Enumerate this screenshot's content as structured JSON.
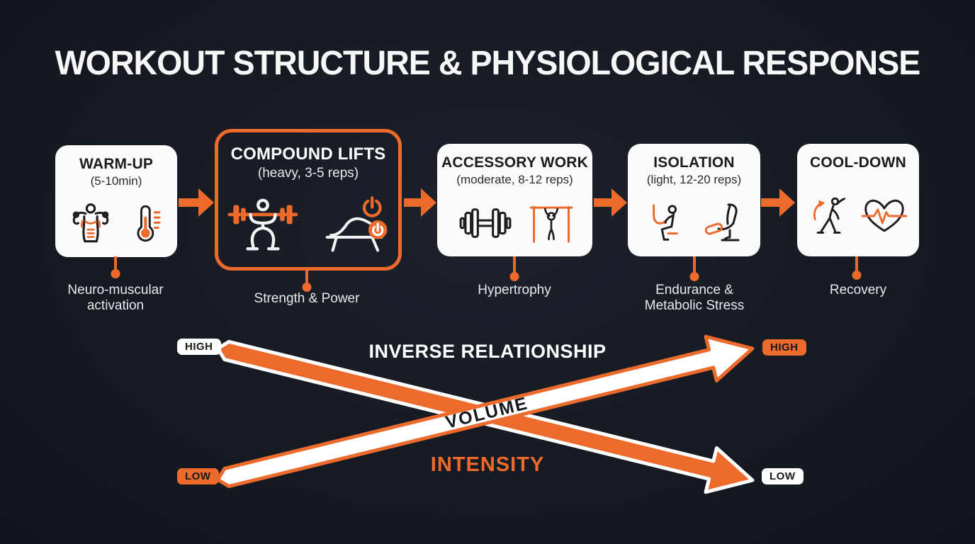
{
  "page": {
    "title": "WORKOUT STRUCTURE & PHYSIOLOGICAL RESPONSE"
  },
  "colors": {
    "accent_orange": "#ec6a2c",
    "background": "#161a22",
    "box_white": "#fbfbfb"
  },
  "flow": {
    "stages": [
      {
        "title": "WARM-UP",
        "subtitle": "(5-10min)",
        "result_label": "Neuro-muscular activation",
        "icons": [
          "flexed-biceps-icon",
          "thermometer-icon"
        ],
        "highlighted": false
      },
      {
        "title": "COMPOUND LIFTS",
        "subtitle": "(heavy, 3-5 reps)",
        "result_label": "Strength & Power",
        "icons": [
          "barbell-squat-icon",
          "bench-press-power-icon"
        ],
        "highlighted": true
      },
      {
        "title": "ACCESSORY WORK",
        "subtitle": "(moderate, 8-12 reps)",
        "result_label": "Hypertrophy",
        "icons": [
          "dumbbell-icon",
          "pull-up-icon"
        ],
        "highlighted": false
      },
      {
        "title": "ISOLATION",
        "subtitle": "(light, 12-20 reps)",
        "result_label": "Endurance & Metabolic Stress",
        "icons": [
          "seated-curl-icon",
          "leg-extension-icon"
        ],
        "highlighted": false
      },
      {
        "title": "COOL-DOWN",
        "subtitle": "",
        "result_label": "Recovery",
        "icons": [
          "stretching-icon",
          "heart-rate-icon"
        ],
        "highlighted": false
      }
    ]
  },
  "relationship": {
    "title": "INVERSE RELATIONSHIP",
    "arrows": [
      {
        "name": "volume",
        "label": "VOLUME",
        "direction": "ascending",
        "from_badge": "LOW",
        "to_badge": "HIGH",
        "fill": "#ffffff",
        "outline": "#ec6a2c"
      },
      {
        "name": "intensity",
        "label": "INTENSITY",
        "direction": "descending",
        "from_badge": "HIGH",
        "to_badge": "LOW",
        "fill": "#ec6a2c",
        "outline": "#ffffff"
      }
    ],
    "badges": {
      "left_top": "HIGH",
      "left_bottom": "LOW",
      "right_top": "HIGH",
      "right_bottom": "LOW"
    }
  }
}
